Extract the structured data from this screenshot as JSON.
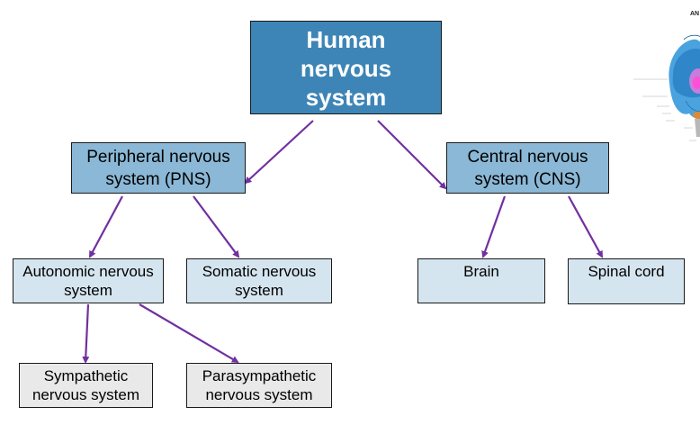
{
  "diagram": {
    "root": "Human\nnervous\nsystem",
    "pns": "Peripheral nervous\nsystem (PNS)",
    "cns": "Central nervous\nsystem (CNS)",
    "autonomic": "Autonomic nervous\nsystem",
    "somatic": "Somatic nervous\nsystem",
    "brain": "Brain",
    "spinal_cord": "Spinal cord",
    "sympathetic": "Sympathetic\nnervous system",
    "parasympathetic": "Parasympathetic\nnervous system"
  },
  "corner_image": {
    "title": "AN"
  },
  "colors": {
    "root_fill": "#3d85b6",
    "level2_fill": "#8ab8d6",
    "level3_fill": "#d5e5ef",
    "level4_fill": "#e9e9e9",
    "arrow": "#7030a0"
  }
}
